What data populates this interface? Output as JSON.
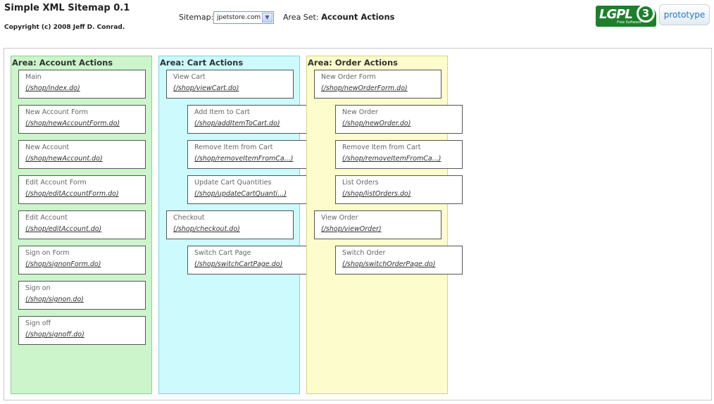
{
  "header": {
    "title": "Simple XML Sitemap 0.1",
    "copyright": "Copyright (c) 2008 Jeff D. Conrad.",
    "sitemap_label": "Sitemap:",
    "sitemap_value": "jpetstore.com",
    "area_set_label": "Area Set:",
    "area_set_value": "Account Actions"
  },
  "logos": {
    "lgpl_text": "LGPL",
    "lgpl_version": "3",
    "lgpl_sub": "Free Software",
    "prototype_text": "prototype"
  },
  "colors": {
    "account_area_bg": "#ccf5cc",
    "account_area_border": "#8fd08f",
    "cart_area_bg": "#ccfafd",
    "cart_area_border": "#7fd4e0",
    "order_area_bg": "#fdfccc",
    "order_area_border": "#d8d57a"
  },
  "areas": [
    {
      "title": "Area: Account Actions",
      "nodes": [
        {
          "name": "Main",
          "url": "(/shop/index.do)",
          "level": 0
        },
        {
          "name": "New Account Form",
          "url": "(/shop/newAccountForm.do)",
          "level": 0
        },
        {
          "name": "New Account",
          "url": "(/shop/newAccount.do)",
          "level": 0
        },
        {
          "name": "Edit Account Form",
          "url": "(/shop/editAccountForm.do)",
          "level": 0
        },
        {
          "name": "Edit Account",
          "url": "(/shop/editAccount.do)",
          "level": 0
        },
        {
          "name": "Sign on Form",
          "url": "(/shop/signonForm.do)",
          "level": 0
        },
        {
          "name": "Sign on",
          "url": "(/shop/signon.do)",
          "level": 0
        },
        {
          "name": "Sign off",
          "url": "(/shop/signoff.do)",
          "level": 0
        }
      ]
    },
    {
      "title": "Area: Cart Actions",
      "nodes": [
        {
          "name": "View Cart",
          "url": "(/shop/viewCart.do)",
          "level": 0
        },
        {
          "name": "Add Item to Cart",
          "url": "(/shop/addItemToCart.do)",
          "level": 1
        },
        {
          "name": "Remove Item from Cart",
          "url": "(/shop/removeItemFromCa...)",
          "level": 1
        },
        {
          "name": "Update Cart Quantities",
          "url": "(/shop/updateCartQuanti...)",
          "level": 1
        },
        {
          "name": "Checkout",
          "url": "(/shop/checkout.do)",
          "level": 0
        },
        {
          "name": "Switch Cart Page",
          "url": "(/shop/switchCartPage.do)",
          "level": 1
        }
      ]
    },
    {
      "title": "Area: Order Actions",
      "nodes": [
        {
          "name": "New Order Form",
          "url": "(/shop/newOrderForm.do)",
          "level": 0
        },
        {
          "name": "New Order",
          "url": "(/shop/newOrder.do)",
          "level": 1
        },
        {
          "name": "Remove Item from Cart",
          "url": "(/shop/removeItemFromCa...)",
          "level": 1
        },
        {
          "name": "List Orders",
          "url": "(/shop/listOrders.do)",
          "level": 1
        },
        {
          "name": "View Order",
          "url": "(/shop/viewOrder)",
          "level": 0
        },
        {
          "name": "Switch Order",
          "url": "(/shop/switchOrderPage.do)",
          "level": 1
        }
      ]
    }
  ]
}
